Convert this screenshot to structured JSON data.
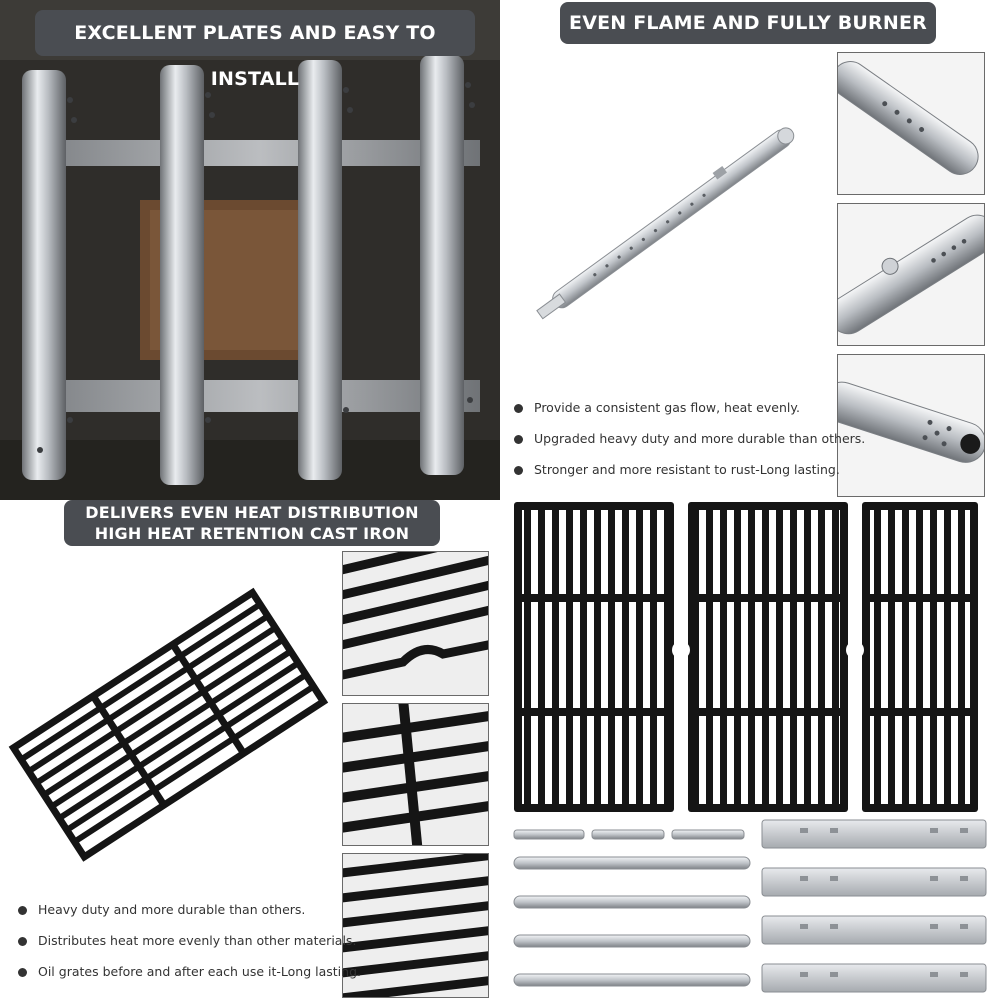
{
  "panels": {
    "top_left": {
      "banner": "EXCELLENT PLATES AND EASY TO INSTALL"
    },
    "top_right": {
      "banner": "EVEN FLAME AND FULLY BURNER",
      "bullets": [
        "Provide a consistent gas flow, heat evenly.",
        "Upgraded heavy duty and more durable than others.",
        "Stronger and more resistant to rust-Long lasting."
      ]
    },
    "bottom_left": {
      "banner_line1": "DELIVERS EVEN HEAT DISTRIBUTION",
      "banner_line2": "HIGH HEAT RETENTION CAST IRON",
      "bullets": [
        "Heavy duty and more durable than others.",
        "Distributes heat more evenly than other materials.",
        "Oil grates before and after each use it-Long lasting."
      ]
    }
  },
  "colors": {
    "banner_bg": "#4a4d52",
    "steel": "#c9ccd0",
    "cast_iron": "#151515",
    "grill_interior": "#2b2a28"
  }
}
